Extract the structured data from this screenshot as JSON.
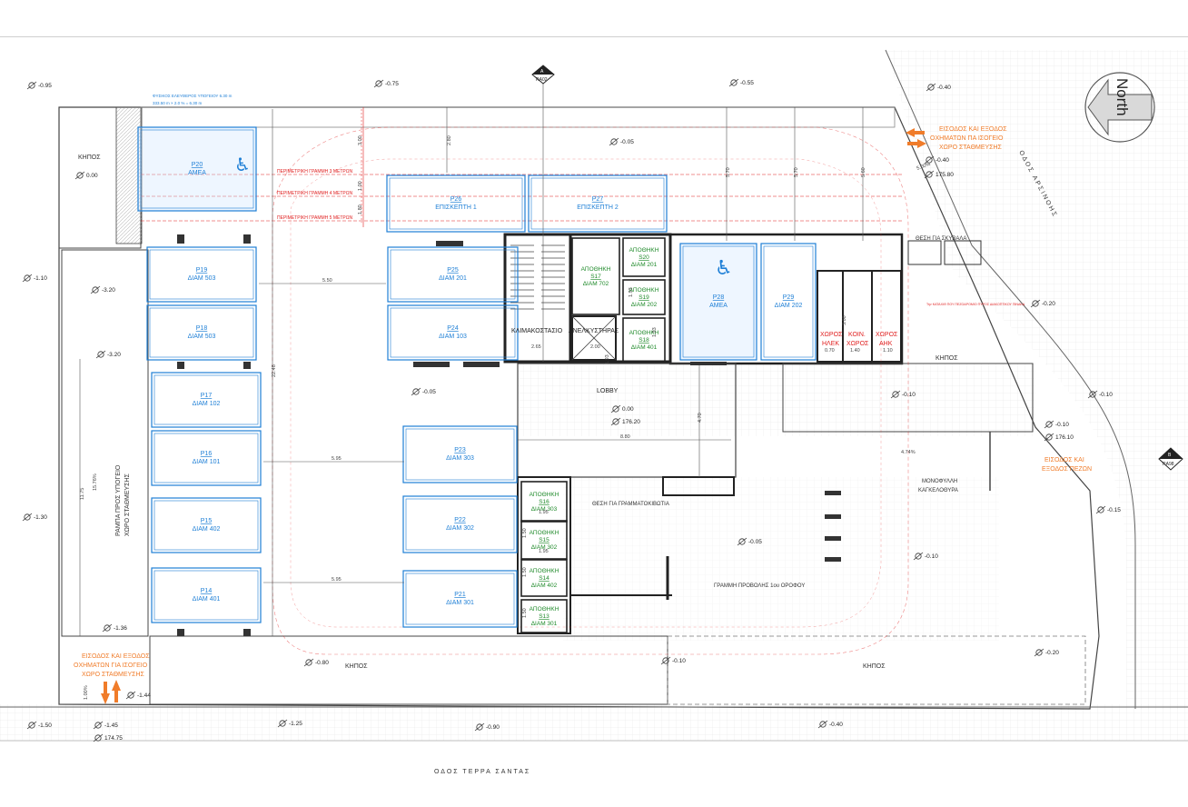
{
  "colors": {
    "wall": "#222222",
    "parking_blue": "#1e7fd6",
    "storage_green": "#1f8a2a",
    "red": "#e02020",
    "orange": "#f07c2a",
    "grid": "#9a9a9a",
    "hatch_blue": "#cfe6ff"
  },
  "streets": {
    "south": "ΟΔΟΣ ΤΕΡΡΑ ΣΑΝΤΑΣ",
    "east": "ΟΔΟΣ ΑΡΣΙΝΟΗΣ"
  },
  "north_label": "North",
  "section_markers": [
    {
      "letter": "A",
      "code": "RA02"
    },
    {
      "letter": "B",
      "code": "RA98"
    }
  ],
  "parking": [
    {
      "id": "P20",
      "label": "ΑΜΕΑ"
    },
    {
      "id": "P19",
      "label": "ΔΙΑΜ 503"
    },
    {
      "id": "P18",
      "label": "ΔΙΑΜ 503"
    },
    {
      "id": "P17",
      "label": "ΔΙΑΜ 102"
    },
    {
      "id": "P16",
      "label": "ΔΙΑΜ 101"
    },
    {
      "id": "P15",
      "label": "ΔΙΑΜ 402"
    },
    {
      "id": "P14",
      "label": "ΔΙΑΜ 401"
    },
    {
      "id": "P26",
      "label": "ΕΠΙΣΚΕΠΤΗ 1"
    },
    {
      "id": "P27",
      "label": "ΕΠΙΣΚΕΠΤΗ 2"
    },
    {
      "id": "P25",
      "label": "ΔΙΑΜ 201"
    },
    {
      "id": "P24",
      "label": "ΔΙΑΜ 103"
    },
    {
      "id": "P23",
      "label": "ΔΙΑΜ 303"
    },
    {
      "id": "P22",
      "label": "ΔΙΑΜ 302"
    },
    {
      "id": "P21",
      "label": "ΔΙΑΜ 301"
    },
    {
      "id": "P28",
      "label": "ΑΜΕΑ"
    },
    {
      "id": "P29",
      "label": "ΔΙΑΜ 202"
    }
  ],
  "storage": [
    {
      "head": "ΑΠΟΘΗΚΗ",
      "id": "S17",
      "label": "ΔΙΑΜ 702"
    },
    {
      "head": "ΑΠΟΘΗΚΗ",
      "id": "S20",
      "label": "ΔΙΑΜ 201"
    },
    {
      "head": "ΑΠΟΘΗΚΗ",
      "id": "S19",
      "label": "ΔΙΑΜ 202"
    },
    {
      "head": "ΑΠΟΘΗΚΗ",
      "id": "S18",
      "label": "ΔΙΑΜ 401"
    },
    {
      "head": "ΑΠΟΘΗΚΗ",
      "id": "S16",
      "label": "ΔΙΑΜ 303"
    },
    {
      "head": "ΑΠΟΘΗΚΗ",
      "id": "S15",
      "label": "ΔΙΑΜ 302"
    },
    {
      "head": "ΑΠΟΘΗΚΗ",
      "id": "S14",
      "label": "ΔΙΑΜ 402"
    },
    {
      "head": "ΑΠΟΘΗΚΗ",
      "id": "S13",
      "label": "ΔΙΑΜ 301"
    }
  ],
  "rooms": {
    "stair": "ΚΛΙΜΑΚΟΣΤΑΣΙΟ",
    "lift": "ΑΝΕΛΚΥΣΤΗΡΑΣ",
    "lobby": "LOBBY",
    "garbage": "ΘΕΣΗ ΓΙΑ ΣΚΥΒΑΛΑ",
    "mailbox": "ΘΕΣΗ ΓΙΑ ΓΡΑΜΜΑΤΟΚΙΒΩΤΙΑ",
    "gate": "ΜΟΝΟΦΥΛΛΗ ΚΑΓΚΕΛΟΘΥΡΑ",
    "projection": "ΓΡΑΜΜΗ ΠΡΟΒΟΛΗΣ 1ου ΟΡΟΦΟΥ",
    "ramp": "ΡΑΜΠΑ ΠΡΟΣ ΥΠΟΓΕΙΟ ΧΩΡΟ ΣΤΑΘΜΕΥΣΗΣ"
  },
  "utility_rooms": [
    {
      "line1": "ΧΩΡΟΣ",
      "line2": "ΗΛΕΚ"
    },
    {
      "line1": "ΚΟΙΝ.",
      "line2": "ΧΩΡΟΣ"
    },
    {
      "line1": "ΧΩΡΟΣ",
      "line2": "ΑΗΚ"
    }
  ],
  "garden_label": "ΚΗΠΟΣ",
  "perimeter_lines": [
    "ΠΕΡΙΜΕΤΡΙΚΗ ΓΡΑΜΜΗ 3 ΜΕΤΡΩΝ",
    "ΠΕΡΙΜΕΤΡΙΚΗ ΓΡΑΜΜΗ 4 ΜΕΤΡΩΝ",
    "ΠΕΡΙΜΕΤΡΙΚΗ ΓΡΑΜΜΗ 5 ΜΕΤΡΩΝ"
  ],
  "entrances": [
    [
      "ΕΙΣΟΔΟΣ ΚΑΙ ΕΞΟΔΟΣ",
      "ΟΧΗΜΑΤΩΝ ΠΑ ΙΣΟΓΕΙΟ",
      "ΧΩΡΟ ΣΤΑΘΜΕΥΣΗΣ"
    ],
    [
      "ΕΙΣΟΔΟΣ ΚΑΙ ΕΞΟΔΟΣ",
      "ΟΧΗΜΑΤΩΝ ΓΙΑ ΙΣΟΓΕΙΟ",
      "ΧΩΡΟ ΣΤΑΘΜΕΥΣΗΣ"
    ],
    [
      "ΕΙΣΟΔΟΣ ΚΑΙ",
      "ΕΞΟΔΟΣ ΠΕΖΩΝ"
    ]
  ],
  "level_marks": [
    "-0.95",
    "-0.75",
    "-0.55",
    "-0.40",
    "-0.05",
    "-0.40",
    "175.80",
    "0.00",
    "-1.10",
    "-3.20",
    "-3.20",
    "-0.20",
    "-0.05",
    "-0.10",
    "-0.10",
    "0.00",
    "176.20",
    "-0.10",
    "176.10",
    "-1.30",
    "-0.15",
    "-0.05",
    "-0.10",
    "-1.36",
    "-0.80",
    "-0.10",
    "-0.20",
    "-1.44",
    "-1.50",
    "-1.45",
    "174.75",
    "-1.25",
    "-0.90",
    "-0.40"
  ],
  "dimensions": [
    "5.50",
    "5.95",
    "5.95",
    "22.48",
    "11.75",
    "15.76%",
    "2.80",
    "3.00",
    "1.00",
    "1.80",
    "5.70",
    "5.70",
    "5.60",
    "2.65",
    "2.00",
    "1.95",
    "1.95",
    "4.70",
    "8.80",
    "0.70",
    "1.40",
    "1.10",
    "3.00",
    "1.50",
    "1.50",
    "1.50",
    "1.93",
    "1.93",
    "1.93",
    "5.00%",
    "4.74%",
    "1.00%"
  ],
  "ramp_note": "ΦΥΣΙΚΟΣ ΕΛΕΥΘΕΡΟΣ ΥΠΟΓΕΙΟΥ 6.30 m",
  "ramp_note2": "333.50 m × 2.0 % = 6.30 m",
  "red_note": "Την ΚΑΤΑΧΙΘ ΠΟΥ ΠΕΖΟΔΡΟΜΙΟ ΠΥΡΟΣ ΔΙΑΚΟΠΤΙΚΟΥ ΠΙΝΑΚΑ"
}
